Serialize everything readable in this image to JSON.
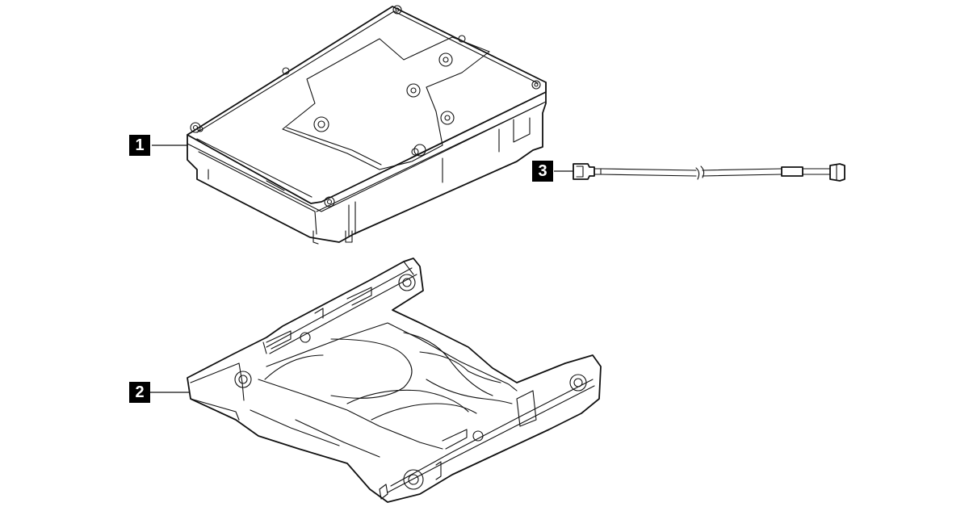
{
  "callouts": [
    {
      "id": "1",
      "label": "1",
      "part": "hard-disk-drive"
    },
    {
      "id": "2",
      "label": "2",
      "part": "drive-adapter-tray"
    },
    {
      "id": "3",
      "label": "3",
      "part": "sata-cable"
    }
  ],
  "colors": {
    "line": "#111111",
    "background": "#ffffff",
    "label_bg": "#000000",
    "label_text": "#ffffff"
  }
}
